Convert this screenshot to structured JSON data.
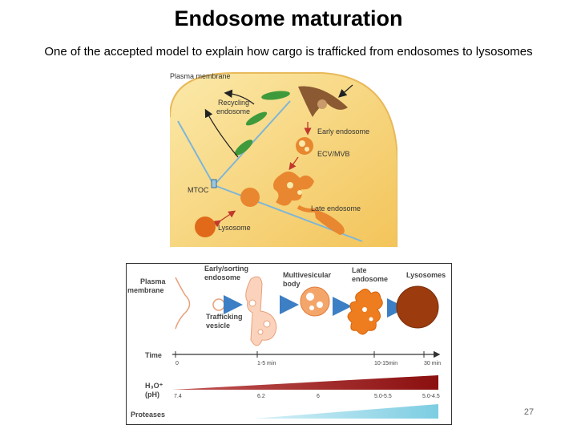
{
  "slide": {
    "title": "Endosome maturation",
    "subtitle": "One of the accepted model to explain how cargo is trafficked from endosomes to lysosomes",
    "slide_number": "27"
  },
  "figure_top": {
    "labels": {
      "plasma_membrane": "Plasma membrane",
      "recycling_1": "Recycling",
      "recycling_2": "endosome",
      "early_endosome": "Early endosome",
      "ecv_mvb": "ECV/MVB",
      "mtoc": "MTOC",
      "late_endosome": "Late endosome",
      "lysosome": "Lysosome"
    },
    "colors": {
      "cytoplasm": "#f6d77c",
      "recycling": "#3f9a3c",
      "early": "#8b5a33",
      "late": "#e8872f",
      "microtubule": "#7fb6d6",
      "arrow": "#c0392b"
    }
  },
  "figure_bottom": {
    "labels": {
      "plasma_1": "Plasma",
      "plasma_2": "membrane",
      "early_1": "Early/sorting",
      "early_2": "endosome",
      "mvb_1": "Multivesicular",
      "mvb_2": "body",
      "late_1": "Late",
      "late_2": "endosome",
      "lysosomes": "Lysosomes",
      "vesicle_1": "Trafficking",
      "vesicle_2": "vesicle",
      "time": "Time",
      "ph_1": "H₃O⁺",
      "ph_2": "(pH)",
      "proteases": "Proteases"
    },
    "time_ticks": [
      "0",
      "1-5 min",
      "10-15min",
      "30 min"
    ],
    "ph_ticks": [
      "7.4",
      "6.2",
      "6",
      "5.0-5.5",
      "5.0-4.5"
    ],
    "colors": {
      "early": "#fbd3bd",
      "mvb": "#f4a66a",
      "late": "#ee7d1f",
      "lysosome": "#9b3b0e",
      "ph_gradient": "#a01b1b",
      "protease_gradient": "#8fd3e6",
      "arrow": "#3d7fc4"
    }
  }
}
